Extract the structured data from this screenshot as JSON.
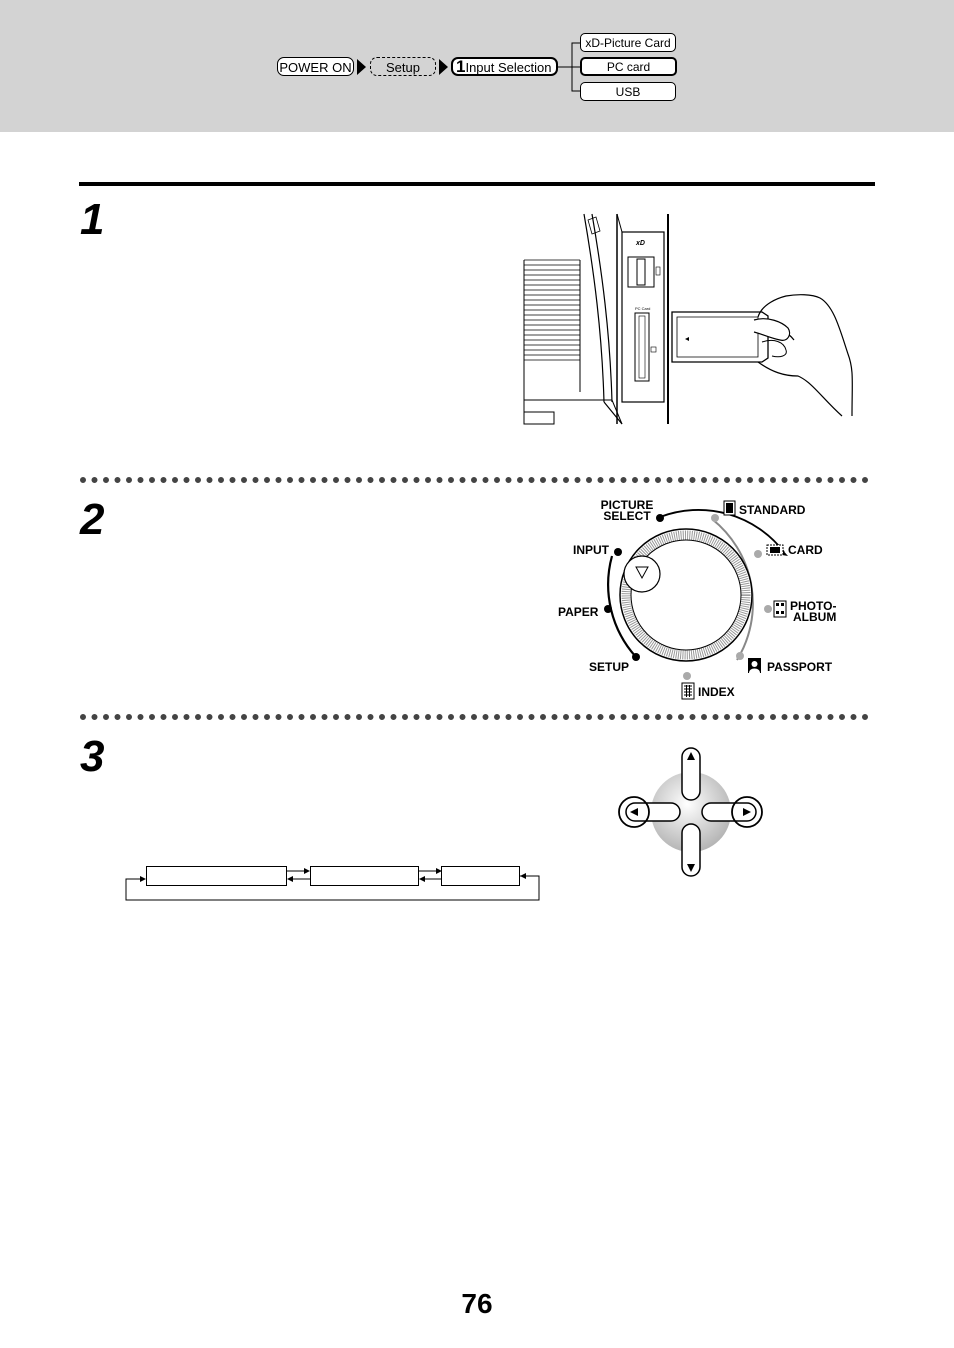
{
  "nav": {
    "power_on": "POWER ON",
    "setup": "Setup",
    "step_number": "1",
    "input_selection": "Input Selection",
    "options": [
      "xD-Picture Card",
      "PC card",
      "USB"
    ]
  },
  "steps": [
    "1",
    "2",
    "3"
  ],
  "dial": {
    "picture_select": [
      "PICTURE",
      "SELECT"
    ],
    "standard": "STANDARD",
    "input": "INPUT",
    "card": "CARD",
    "paper": "PAPER",
    "photo_album": [
      "PHOTO-",
      "ALBUM"
    ],
    "setup": "SETUP",
    "passport": "PASSPORT",
    "index": "INDEX"
  },
  "printer": {
    "slot_label": "PC Card"
  },
  "page_number": "76"
}
